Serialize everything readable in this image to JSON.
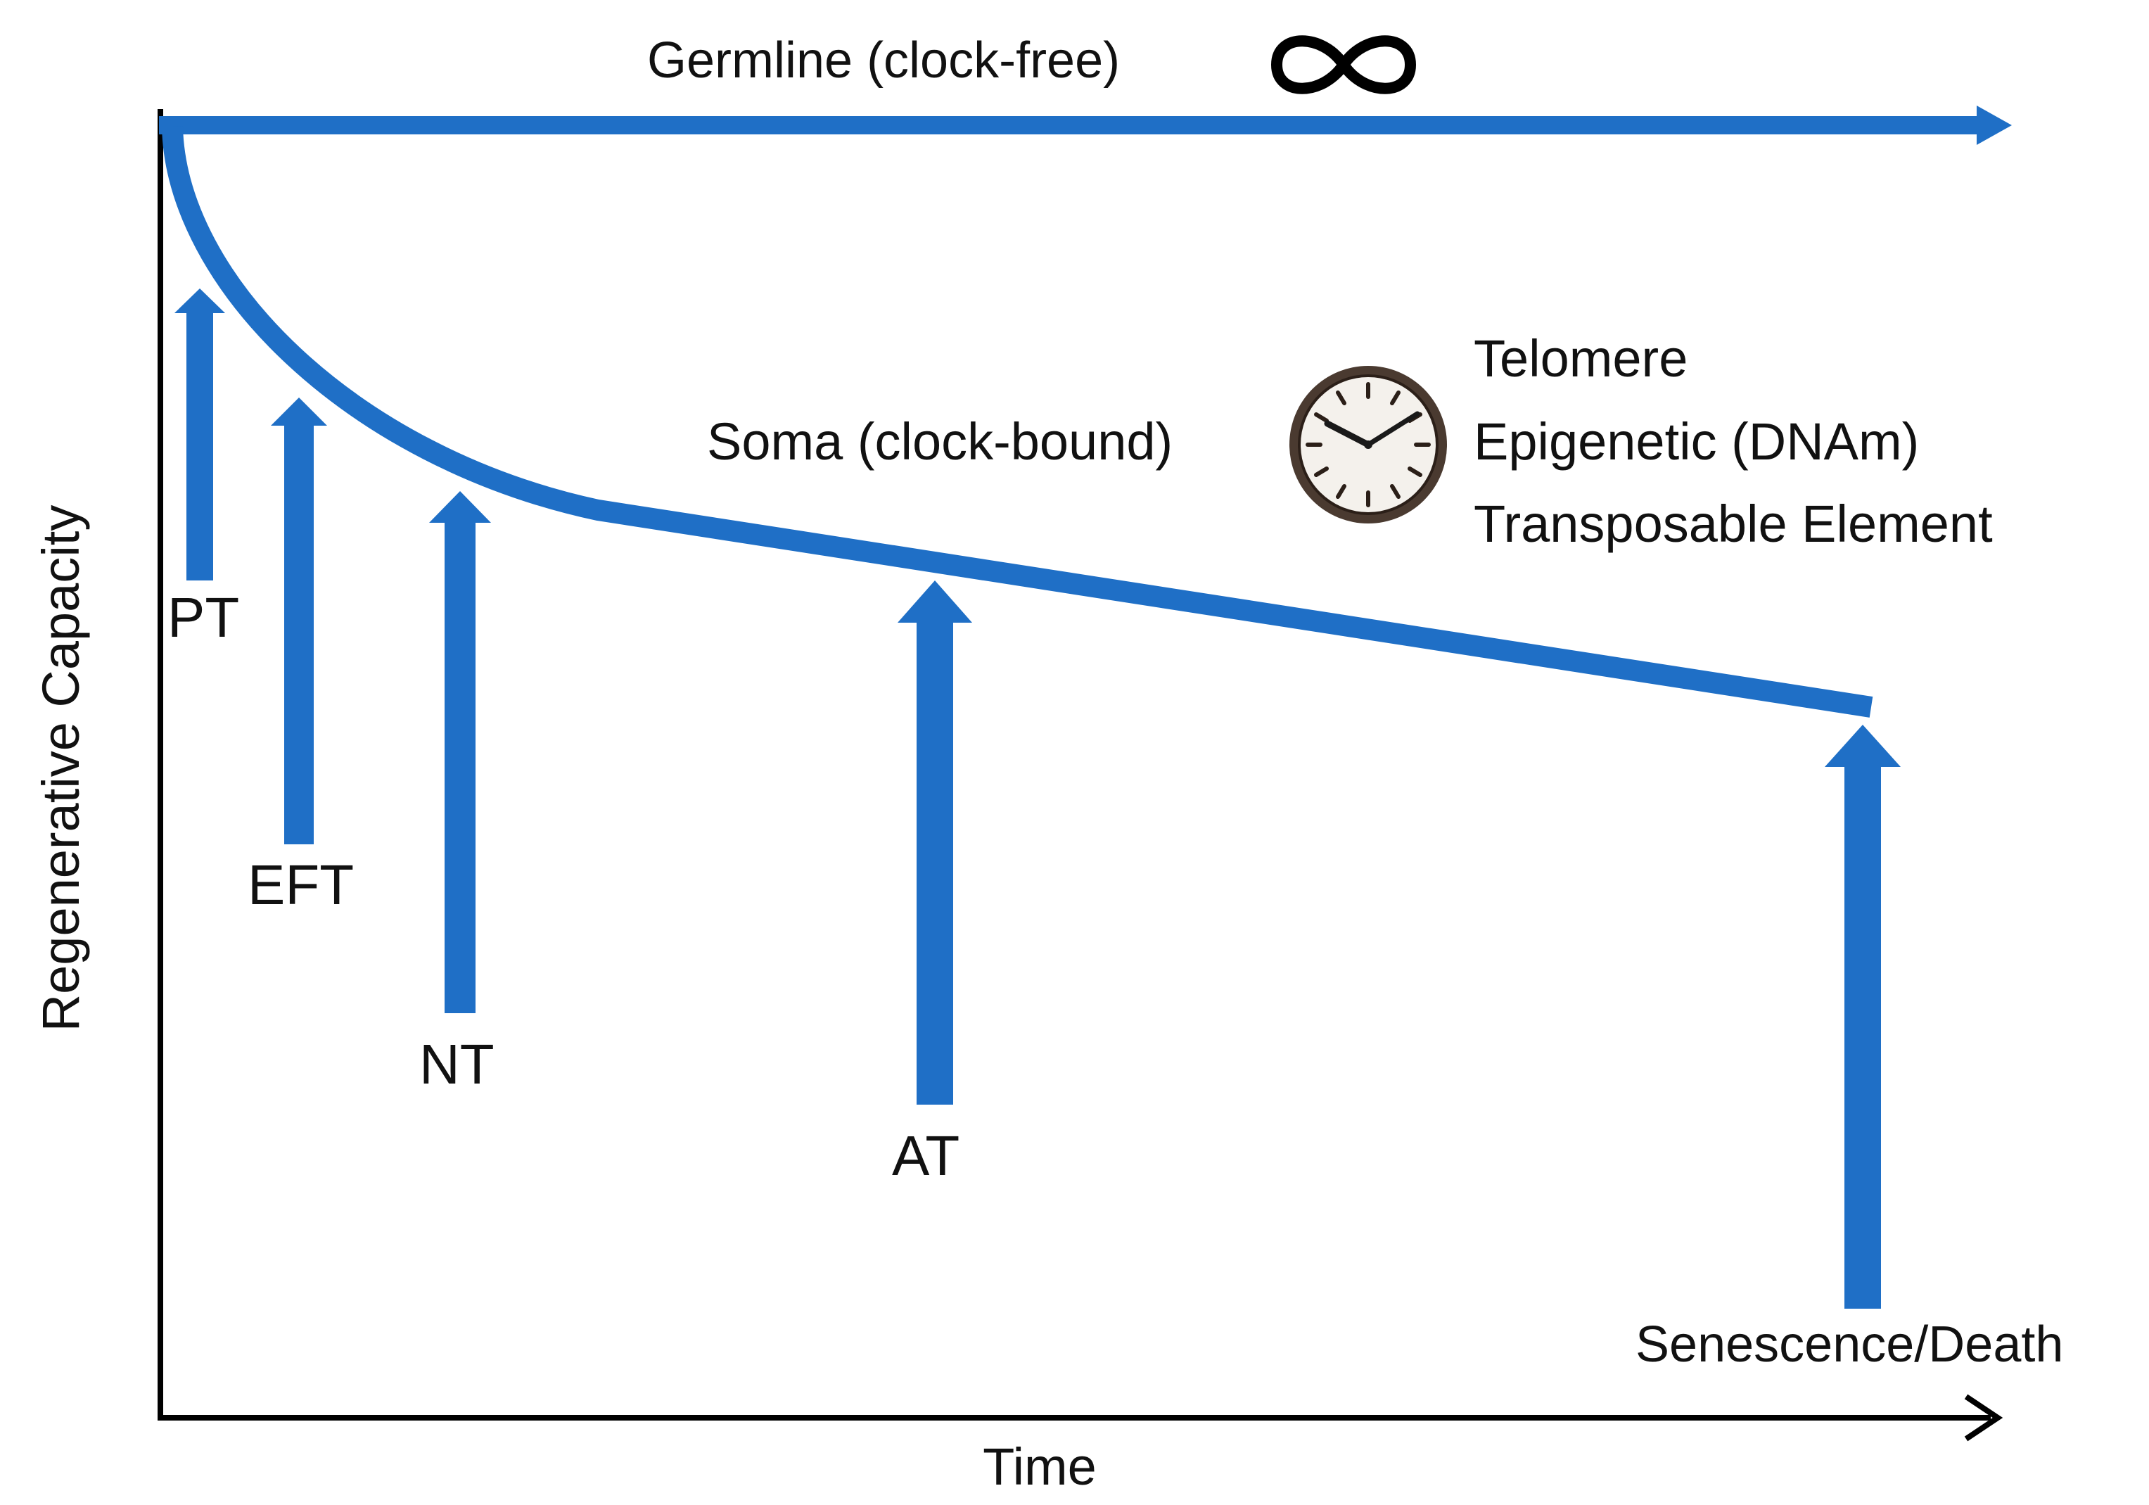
{
  "colors": {
    "curve": "#1f6fc6",
    "arrow": "#1f6fc6",
    "axis": "#000000",
    "text": "#111111"
  },
  "axes": {
    "x_label": "Time",
    "y_label": "Regenerative Capacity"
  },
  "germline": {
    "label": "Germline (clock-free)",
    "symbol": "infinity-symbol"
  },
  "soma": {
    "label": "Soma (clock-bound)",
    "clock_icon": "clock-icon",
    "clock_types": [
      "Telomere",
      "Epigenetic (DNAm)",
      "Transposable Element"
    ]
  },
  "stages": [
    {
      "label": "PT"
    },
    {
      "label": "EFT"
    },
    {
      "label": "NT"
    },
    {
      "label": "AT"
    },
    {
      "label": "Senescence/Death"
    }
  ]
}
